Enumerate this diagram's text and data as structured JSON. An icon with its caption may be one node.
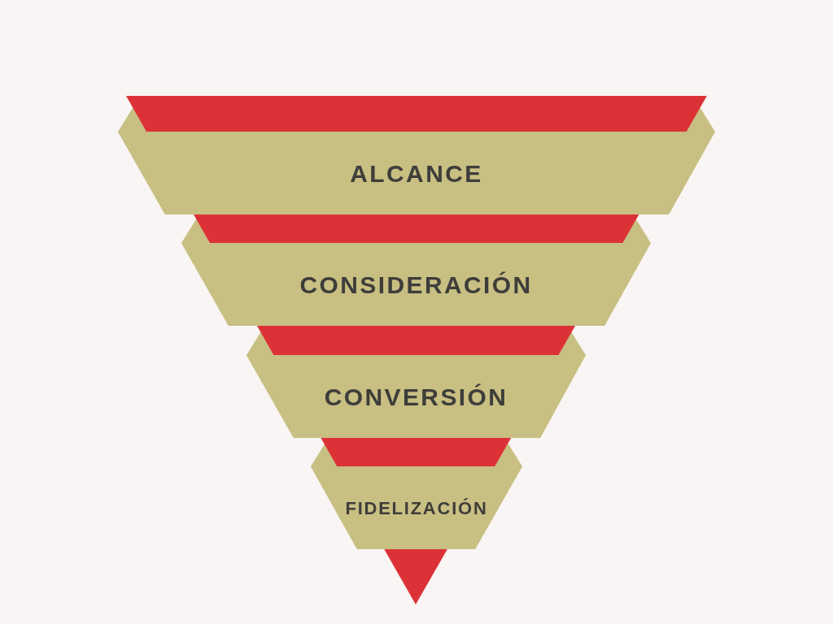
{
  "diagram": {
    "nodes": [
      {
        "text": [
          "ALCANCE"
        ]
      },
      {
        "text": [
          "CONSIDERACIÓN"
        ]
      },
      {
        "text": [
          "CONVERSIÓN"
        ]
      },
      {
        "text": [
          "FIDELIZACIÓN"
        ]
      }
    ]
  }
}
